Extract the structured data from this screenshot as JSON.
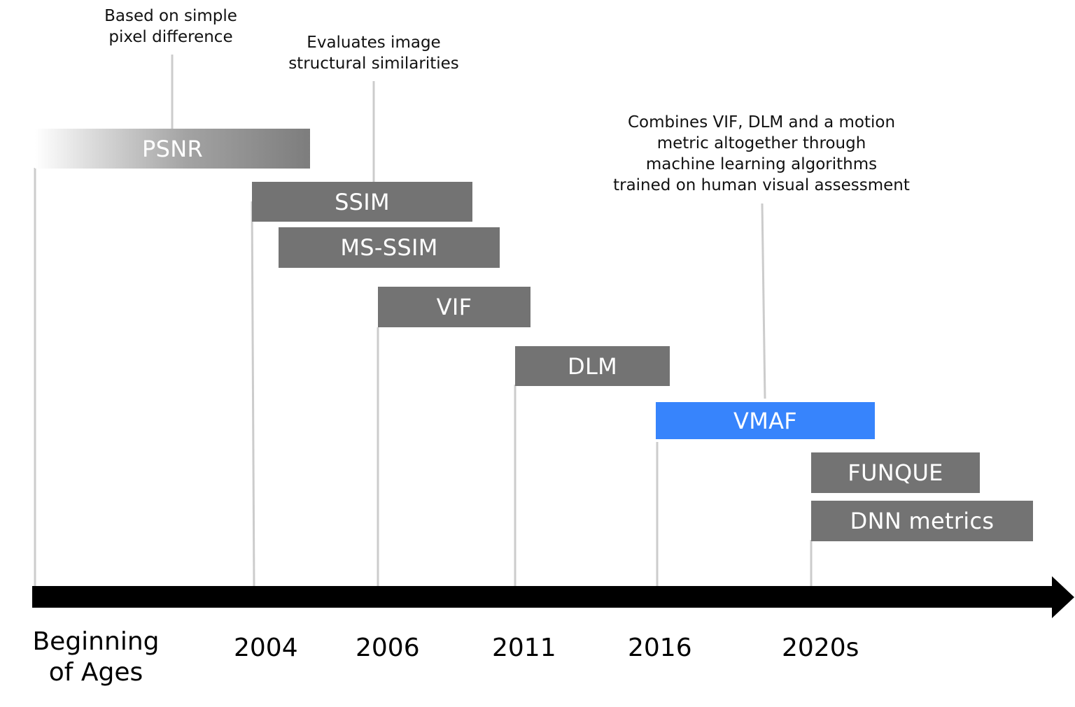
{
  "timeline": {
    "axis_color": "#000000",
    "leader_color": "#cccccc",
    "labels": {
      "beginning": "Beginning\nof Ages",
      "y2004": "2004",
      "y2006": "2006",
      "y2011": "2011",
      "y2016": "2016",
      "y2020s": "2020s"
    }
  },
  "metrics": {
    "psnr": "PSNR",
    "ssim": "SSIM",
    "ms_ssim": "MS-SSIM",
    "vif": "VIF",
    "dlm": "DLM",
    "vmaf": "VMAF",
    "funque": "FUNQUE",
    "dnn": "DNN metrics",
    "gray_color": "#737373",
    "highlight_color": "#3784fc"
  },
  "annotations": {
    "psnr": "Based on simple\npixel difference",
    "ssim": "Evaluates image\nstructural similarities",
    "vmaf": "Combines VIF, DLM and a motion\nmetric altogether through\nmachine learning algorithms\ntrained on human visual assessment"
  }
}
